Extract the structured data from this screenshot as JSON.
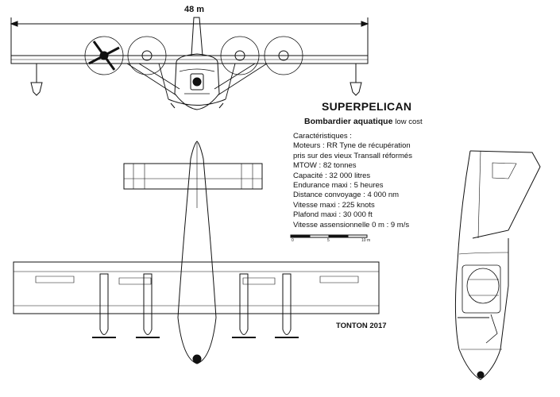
{
  "drawing": {
    "span_label": "48 m",
    "title": "SUPERPELICAN",
    "subtitle_main": "Bombardier aquatique",
    "subtitle_small": "low cost",
    "author": "TONTON 2017"
  },
  "specs": [
    "Caractéristiques :",
    "Moteurs : RR Tyne de récupération",
    "pris sur des vieux Transall réformés",
    "MTOW : 82 tonnes",
    "Capacité : 32 000 litres",
    "Endurance maxi : 5 heures",
    "Distance convoyage : 4 000 nm",
    "Vitesse maxi : 225 knots",
    "Plafond maxi : 30 000 ft",
    "Vitesse assensionnelle 0 m : 9 m/s"
  ],
  "scale_bar": {
    "labels": [
      "0",
      "5",
      "10 m"
    ]
  }
}
